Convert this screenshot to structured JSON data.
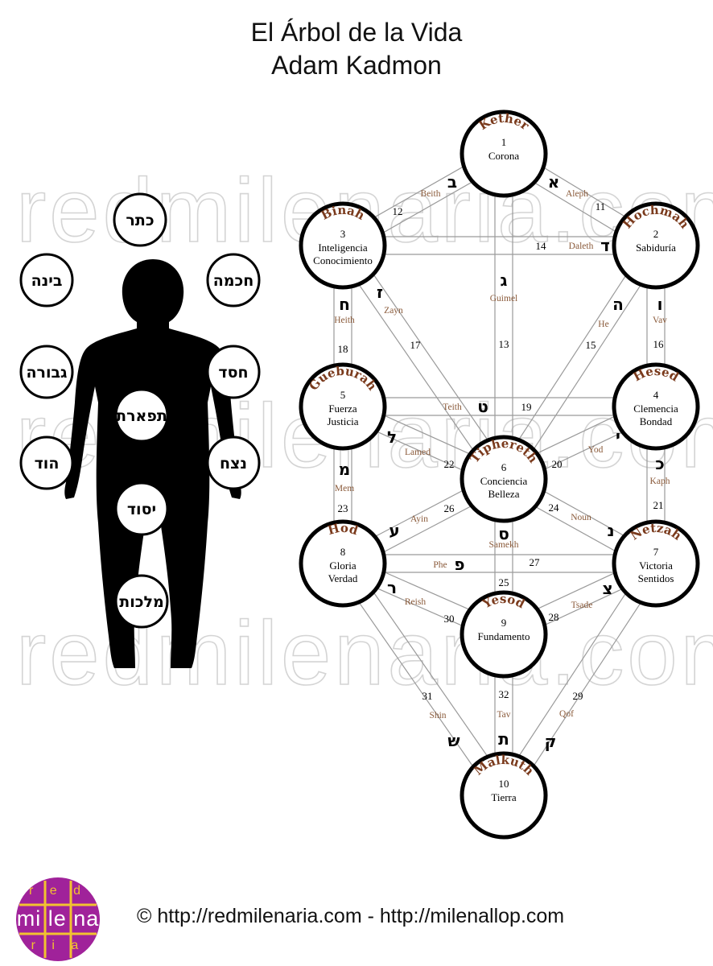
{
  "title": {
    "line1": "El Árbol de la Vida",
    "line2": "Adam Kadmon"
  },
  "watermark": "redmilenaria.com",
  "sefirot": [
    {
      "id": "kether",
      "name": "Kether",
      "number": "1",
      "meaning": [
        "Corona"
      ]
    },
    {
      "id": "hochmah",
      "name": "Hochmah",
      "number": "2",
      "meaning": [
        "Sabiduría"
      ]
    },
    {
      "id": "binah",
      "name": "Binah",
      "number": "3",
      "meaning": [
        "Inteligencia",
        "Conocimiento"
      ]
    },
    {
      "id": "hesed",
      "name": "Hesed",
      "number": "4",
      "meaning": [
        "Clemencia",
        "Bondad"
      ]
    },
    {
      "id": "gueburah",
      "name": "Gueburah",
      "number": "5",
      "meaning": [
        "Fuerza",
        "Justicia"
      ]
    },
    {
      "id": "tiphereth",
      "name": "Tiphereth",
      "number": "6",
      "meaning": [
        "Conciencia",
        "Belleza"
      ]
    },
    {
      "id": "netzah",
      "name": "Netzah",
      "number": "7",
      "meaning": [
        "Victoria",
        "Sentidos"
      ]
    },
    {
      "id": "hod",
      "name": "Hod",
      "number": "8",
      "meaning": [
        "Gloria",
        "Verdad"
      ]
    },
    {
      "id": "yesod",
      "name": "Yesod",
      "number": "9",
      "meaning": [
        "Fundamento"
      ]
    },
    {
      "id": "malkuth",
      "name": "Malkuth",
      "number": "10",
      "meaning": [
        "Tierra"
      ]
    }
  ],
  "paths": [
    {
      "number": "11",
      "name": "Aleph",
      "letter": "א",
      "from": "kether",
      "to": "hochmah"
    },
    {
      "number": "12",
      "name": "Beith",
      "letter": "ב",
      "from": "kether",
      "to": "binah"
    },
    {
      "number": "13",
      "name": "Guimel",
      "letter": "ג",
      "from": "kether",
      "to": "tiphereth"
    },
    {
      "number": "14",
      "name": "Daleth",
      "letter": "ד",
      "from": "hochmah",
      "to": "binah"
    },
    {
      "number": "15",
      "name": "He",
      "letter": "ה",
      "from": "hochmah",
      "to": "tiphereth"
    },
    {
      "number": "16",
      "name": "Vav",
      "letter": "ו",
      "from": "hochmah",
      "to": "hesed"
    },
    {
      "number": "17",
      "name": "Zayn",
      "letter": "ז",
      "from": "binah",
      "to": "tiphereth"
    },
    {
      "number": "18",
      "name": "Heith",
      "letter": "ח",
      "from": "binah",
      "to": "gueburah"
    },
    {
      "number": "19",
      "name": "Teith",
      "letter": "ט",
      "from": "hesed",
      "to": "gueburah"
    },
    {
      "number": "20",
      "name": "Yod",
      "letter": "י",
      "from": "hesed",
      "to": "tiphereth"
    },
    {
      "number": "21",
      "name": "Kaph",
      "letter": "כ",
      "from": "hesed",
      "to": "netzah"
    },
    {
      "number": "22",
      "name": "Lamed",
      "letter": "ל",
      "from": "gueburah",
      "to": "tiphereth"
    },
    {
      "number": "23",
      "name": "Mem",
      "letter": "מ",
      "from": "gueburah",
      "to": "hod"
    },
    {
      "number": "24",
      "name": "Noun",
      "letter": "נ",
      "from": "tiphereth",
      "to": "netzah"
    },
    {
      "number": "25",
      "name": "Samekh",
      "letter": "ס",
      "from": "tiphereth",
      "to": "yesod"
    },
    {
      "number": "26",
      "name": "Ayin",
      "letter": "ע",
      "from": "tiphereth",
      "to": "hod"
    },
    {
      "number": "27",
      "name": "Phe",
      "letter": "פ",
      "from": "netzah",
      "to": "hod"
    },
    {
      "number": "28",
      "name": "Tsade",
      "letter": "צ",
      "from": "netzah",
      "to": "yesod"
    },
    {
      "number": "29",
      "name": "Qof",
      "letter": "ק",
      "from": "netzah",
      "to": "malkuth"
    },
    {
      "number": "30",
      "name": "Reish",
      "letter": "ר",
      "from": "hod",
      "to": "yesod"
    },
    {
      "number": "31",
      "name": "Shin",
      "letter": "ש",
      "from": "hod",
      "to": "malkuth"
    },
    {
      "number": "32",
      "name": "Tav",
      "letter": "ת",
      "from": "yesod",
      "to": "malkuth"
    }
  ],
  "body_sefirot": [
    {
      "id": "keter",
      "hebrew": "כתר"
    },
    {
      "id": "binah",
      "hebrew": "בינה"
    },
    {
      "id": "chokhmah",
      "hebrew": "חכמה"
    },
    {
      "id": "gevurah",
      "hebrew": "גבורה"
    },
    {
      "id": "chesed",
      "hebrew": "חסד"
    },
    {
      "id": "tiferet",
      "hebrew": "תפארת"
    },
    {
      "id": "hod",
      "hebrew": "הוד"
    },
    {
      "id": "netzach",
      "hebrew": "נצח"
    },
    {
      "id": "yesod",
      "hebrew": "יסוד"
    },
    {
      "id": "malkhut",
      "hebrew": "מלכות"
    }
  ],
  "footer": {
    "copyright": "©  http://redmilenaria.com - http://milenallop.com"
  },
  "logo": {
    "top": "r e d",
    "middle": "mi le na",
    "bottom": "r i a"
  },
  "colors": {
    "sefira_name": "#7a3a1c",
    "path_name": "#8a5a3a",
    "logo_bg": "#a0229a",
    "logo_accent": "#f2c230"
  }
}
